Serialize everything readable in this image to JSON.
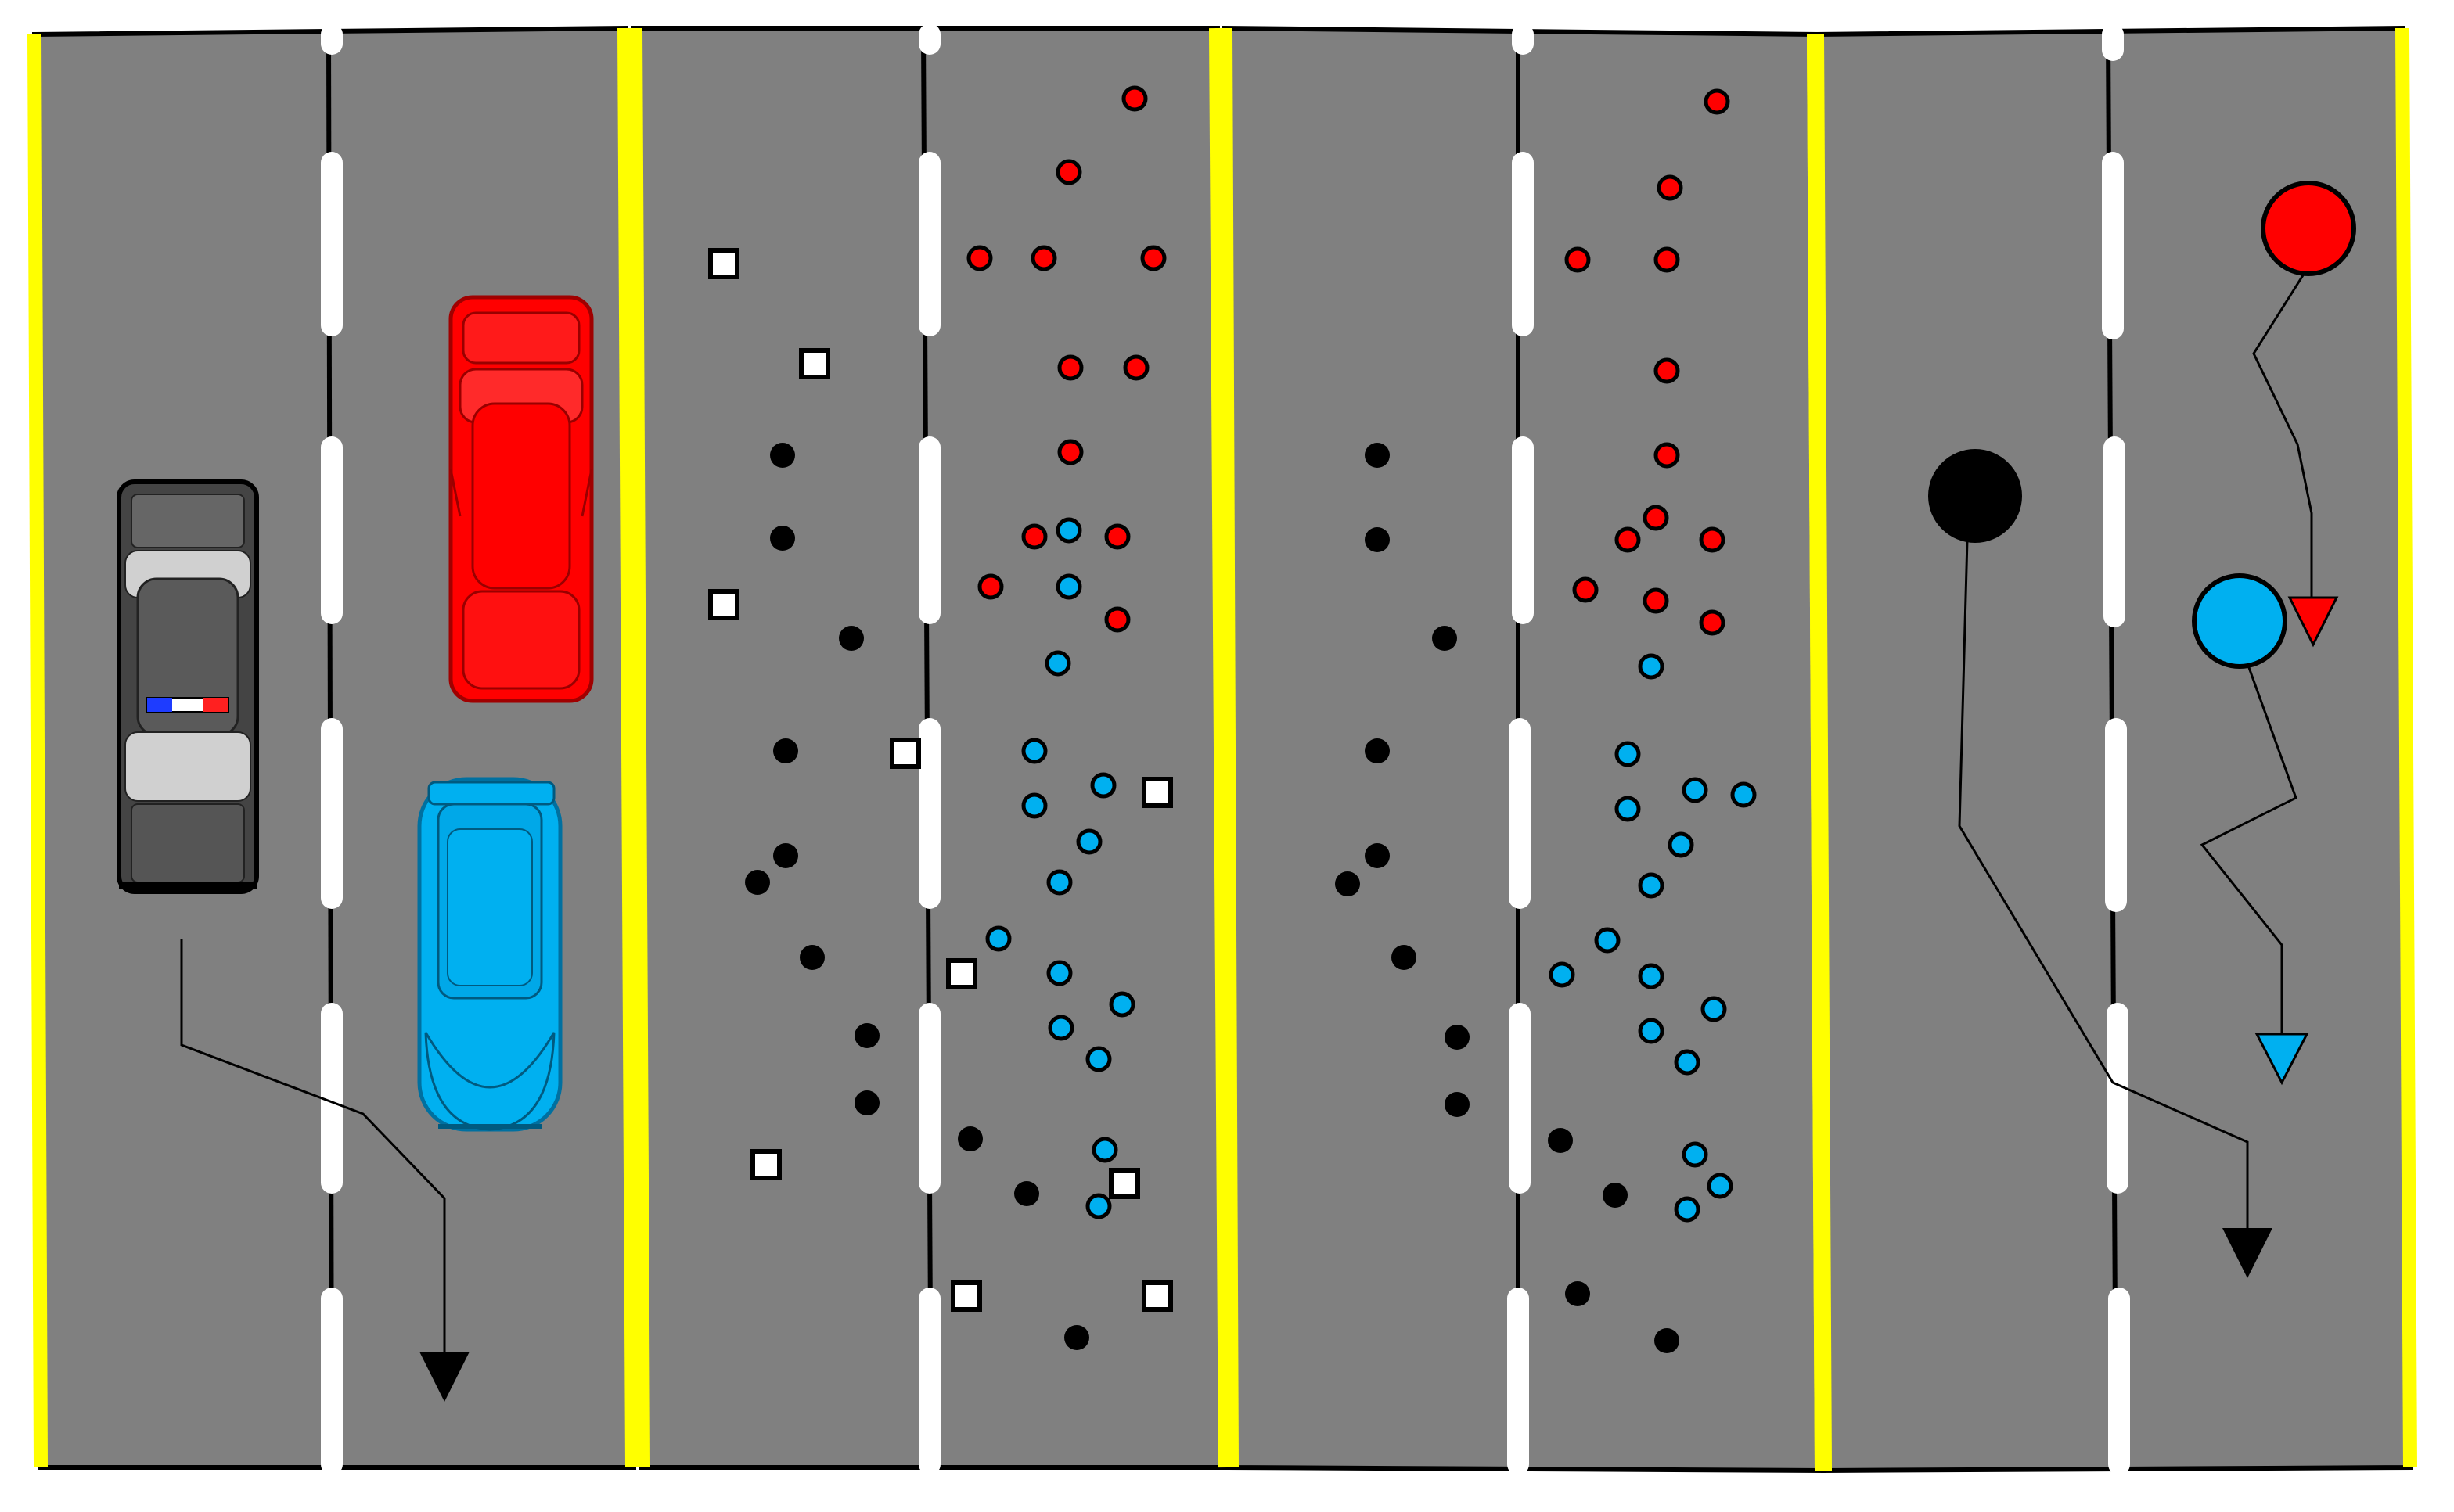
{
  "colors": {
    "background": "#ffffff",
    "road": "#808080",
    "edge_line": "#ffff00",
    "lane_line": "#000000",
    "dash": "#ffffff",
    "ego_red": "#ff0000",
    "ego_blue": "#00b0f0",
    "police": "#555555",
    "obstacle": "#000000",
    "marker_fill": "#ffffff"
  },
  "panels": [
    {
      "name": "raw-scene",
      "content": "vehicles"
    },
    {
      "name": "sampled-points-with-obstacles",
      "content": "points-and-squares"
    },
    {
      "name": "sampled-points",
      "content": "points"
    },
    {
      "name": "predicted-trajectories",
      "content": "trajectories"
    }
  ],
  "vehicles": [
    {
      "name": "police-car",
      "color": "#555555",
      "type": "police"
    },
    {
      "name": "red-car",
      "color": "#ff0000",
      "type": "sedan"
    },
    {
      "name": "blue-car",
      "color": "#00b0f0",
      "type": "sedan"
    }
  ],
  "icons": [
    "police-car-icon",
    "red-car-icon",
    "blue-car-icon",
    "arrow-down-icon",
    "agent-circle-icon",
    "obstacle-square-icon",
    "sample-dot-icon"
  ]
}
